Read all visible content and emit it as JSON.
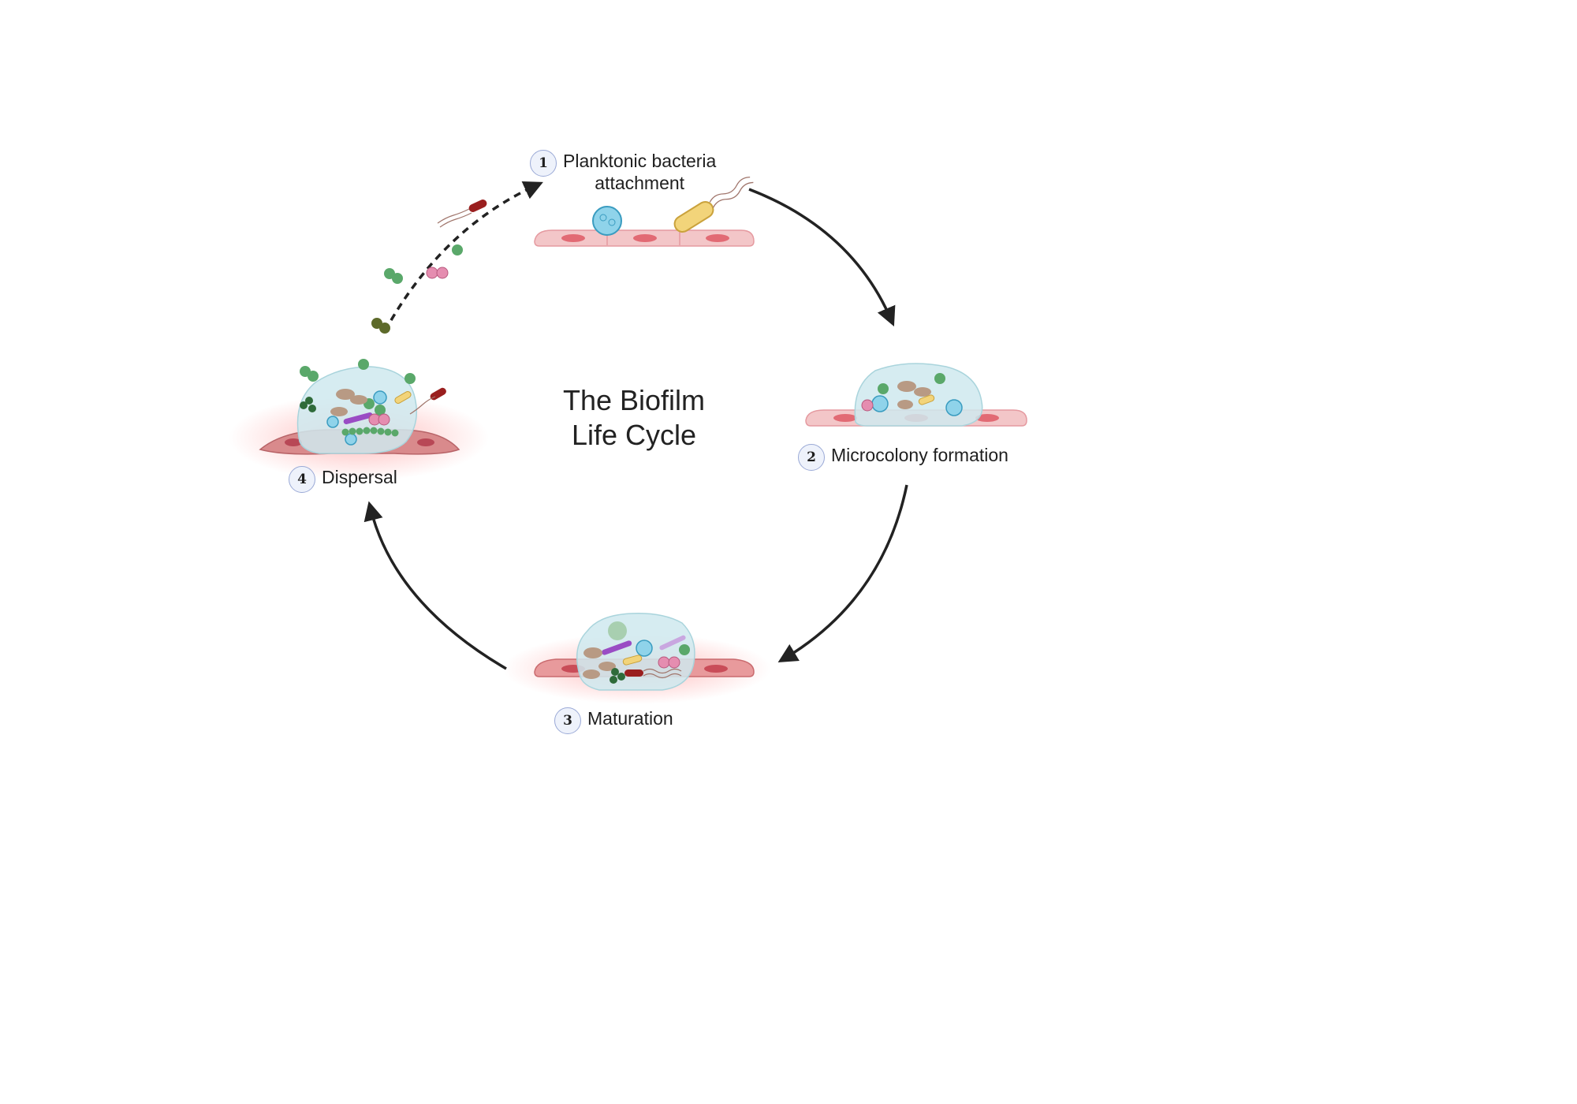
{
  "title": {
    "line1": "The Biofilm",
    "line2": "Life Cycle"
  },
  "stages": [
    {
      "number": "1",
      "line1": "Planktonic bacteria",
      "line2": "attachment"
    },
    {
      "number": "2",
      "line1": "Microcolony formation"
    },
    {
      "number": "3",
      "line1": "Maturation"
    },
    {
      "number": "4",
      "line1": "Dispersal"
    }
  ],
  "colors": {
    "epithelium": "#f3c6c8",
    "epithelium_inflamed": "#d98a8c",
    "nucleus": "#e26a74",
    "matrix": "#cfe9ee",
    "green_cocci": "#5aa86a",
    "blue_cell": "#8fd3ea",
    "pink_diplo": "#e58db0",
    "yellow_rod": "#f2d47a",
    "red_rod": "#9a1f1f",
    "purple_rod": "#9a4cc4",
    "tan_cell": "#b89a84",
    "arrow": "#222222"
  }
}
